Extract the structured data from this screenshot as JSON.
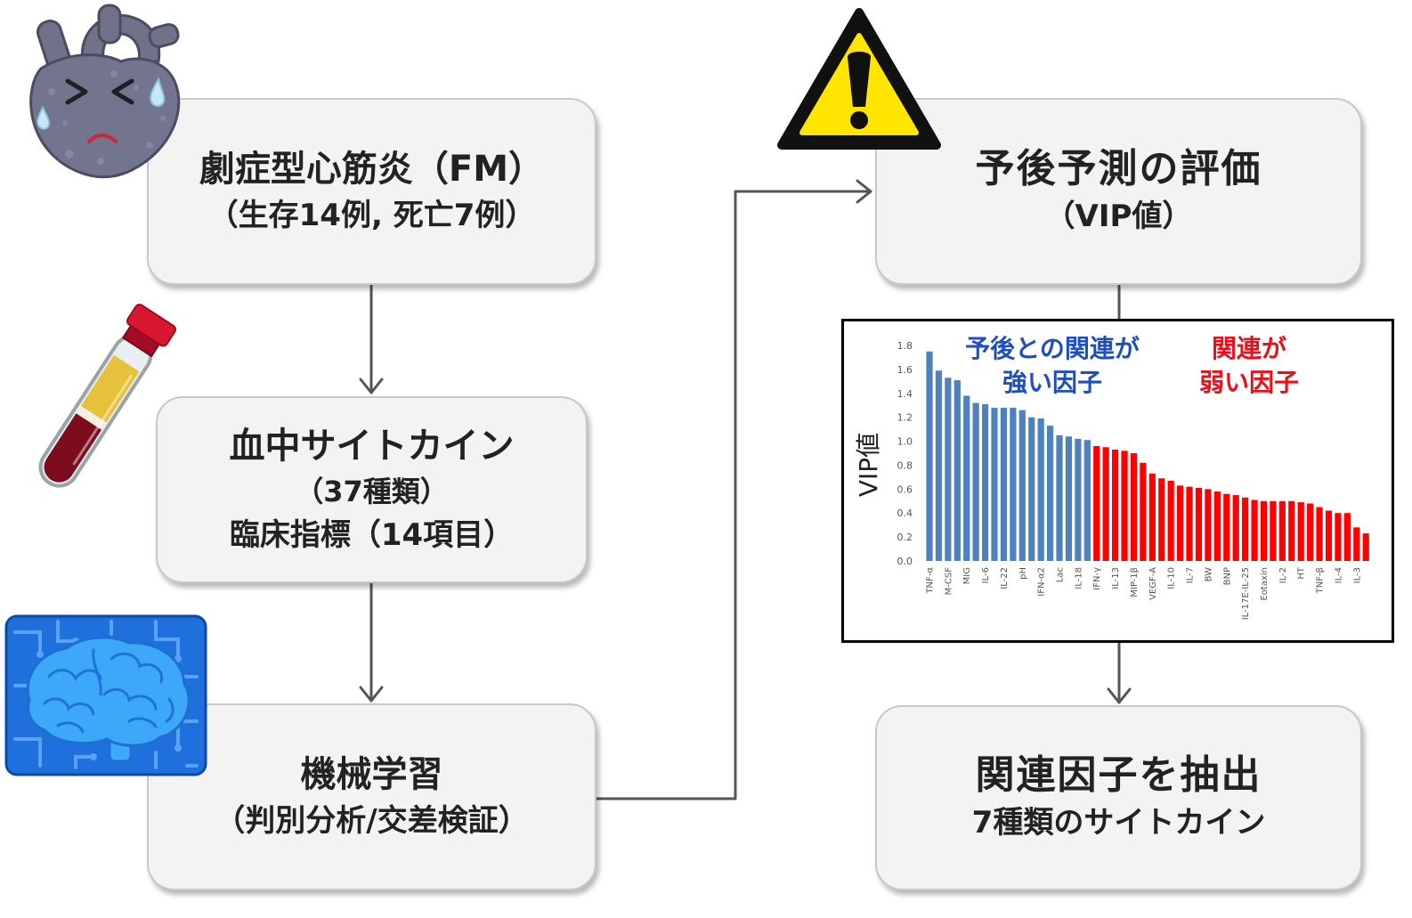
{
  "boxes": {
    "diagnosis": {
      "title": "劇症型心筋炎（FM）",
      "subtitle": "（生存14例, 死亡7例）"
    },
    "input": {
      "line1": "血中サイトカイン",
      "line2": "（37種類）",
      "line3": "臨床指標（14項目）"
    },
    "ml": {
      "title": "機械学習",
      "subtitle": "（判別分析/交差検証）"
    },
    "evaluation": {
      "title": "予後予測の評価",
      "subtitle": "（VIP値）"
    },
    "extraction": {
      "title": "関連因子を抽出",
      "subtitle": "7種類のサイトカイン"
    }
  },
  "icons": {
    "diagnosis": "sick-heart-icon",
    "input": "blood-tube-icon",
    "ml": "ai-brain-icon",
    "evaluation": "warning-icon"
  },
  "colors": {
    "box_fill": "#f3f3f4",
    "connector": "#555555",
    "strong_bar": "#4f81bd",
    "weak_bar": "#ff0000",
    "strong_text": "#1f4fbf",
    "weak_text": "#e8101a"
  },
  "chart_data": {
    "type": "bar",
    "ylabel": "VIP値",
    "ylim": [
      0,
      1.8
    ],
    "yticks": [
      0.0,
      0.2,
      0.4,
      0.6,
      0.8,
      1.0,
      1.2,
      1.4,
      1.6,
      1.8
    ],
    "ytick_labels": [
      "0.0",
      "0.2",
      "0.4",
      "0.6",
      "0.8",
      "1.0",
      "1.2",
      "1.4",
      "1.6",
      "1.8"
    ],
    "grid": false,
    "categories": [
      "TNF-α",
      "",
      "M-CSF",
      "",
      "MIG",
      "",
      "IL-6",
      "",
      "IL-22",
      "",
      "pH",
      "",
      "IFN-α2",
      "",
      "Lac",
      "",
      "IL-18",
      "",
      "IFN-γ",
      "",
      "IL-13",
      "",
      "MIP-1β",
      "",
      "VEGF-A",
      "",
      "IL-10",
      "",
      "IL-7",
      "",
      "BW",
      "",
      "BNP",
      "",
      "IL-17E-IL-25",
      "",
      "Eotaxin",
      "",
      "IL-2",
      "",
      "HT",
      "",
      "TNF-β",
      "",
      "IL-4",
      "",
      "IL-3",
      ""
    ],
    "series": [
      {
        "color": "#4f81bd",
        "values": [
          1.75,
          1.59,
          1.53,
          1.51,
          1.38,
          1.32,
          1.31,
          1.28,
          1.28,
          1.28,
          1.26,
          1.2,
          1.19,
          1.13,
          1.05,
          1.04,
          1.02,
          1.01
        ]
      },
      {
        "color": "#ff0000",
        "values": [
          0.96,
          0.95,
          0.93,
          0.92,
          0.9,
          0.82,
          0.73,
          0.69,
          0.67,
          0.63,
          0.62,
          0.61,
          0.6,
          0.58,
          0.56,
          0.55,
          0.53,
          0.51,
          0.5,
          0.5,
          0.5,
          0.5,
          0.49,
          0.48,
          0.45,
          0.42,
          0.4,
          0.4,
          0.28,
          0.23
        ]
      }
    ],
    "annotations": {
      "strong": {
        "line1": "予後との関連が",
        "line2": "強い因子"
      },
      "weak": {
        "line1": "関連が",
        "line2": "弱い因子"
      }
    }
  }
}
